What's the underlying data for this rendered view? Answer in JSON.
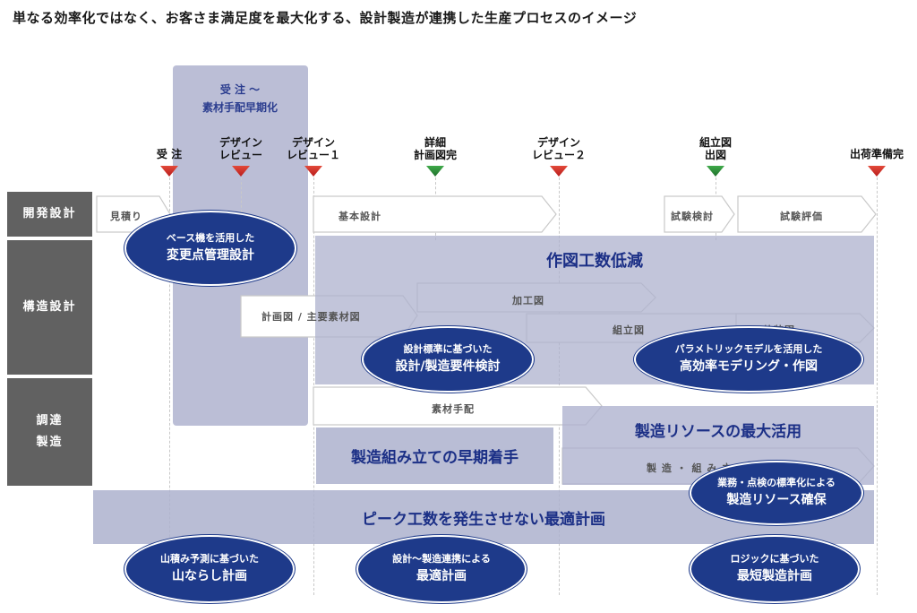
{
  "title": "単なる効率化ではなく、お客さま満足度を最大化する、設計製造が連携した生産プロセスのイメージ",
  "order_column": "受 注 ～\n素材手配早期化",
  "milestones": [
    {
      "label": "受 注"
    },
    {
      "label": "デザイン\nレビュー"
    },
    {
      "label": "デザイン\nレビュー１"
    },
    {
      "label": "詳細\n計画図完"
    },
    {
      "label": "デザイン\nレビュー２"
    },
    {
      "label": "組立図\n出図"
    },
    {
      "label": "出荷準備完"
    }
  ],
  "rows": {
    "dev": "開発設計",
    "struct": "構造設計",
    "proc": "調達\n製造"
  },
  "arrows": {
    "mitsumori": "見積り",
    "kihon": "基本設計",
    "shiken_kento": "試験検討",
    "shiken_hyoka": "試験評価",
    "keikaku": "計画図 / 主要素材図",
    "kako": "加工図",
    "kumitate": "組立図",
    "gaiso": "外装図",
    "sozai": "素材手配",
    "seizo": "製 造 ・ 組 み 立 て"
  },
  "boxes": {
    "sakuzu": "作図工数低減",
    "resource": "製造リソースの最大活用",
    "souki": "製造組み立ての早期着手",
    "peak": "ピーク工数を発生させない最適計画"
  },
  "ovals": {
    "base": {
      "sub": "ベース機を活用した",
      "main": "変更点管理設計"
    },
    "hyojun": {
      "sub": "設計標準に基づいた",
      "main": "設計/製造要件検討"
    },
    "param": {
      "sub": "パラメトリックモデルを活用した",
      "main": "高効率モデリング・作図"
    },
    "gyomu": {
      "sub": "業務・点検の標準化による",
      "main": "製造リソース確保"
    },
    "yamazumi": {
      "sub": "山積み予測に基づいた",
      "main": "山ならし計画"
    },
    "renkei": {
      "sub": "設計～製造連携による",
      "main": "最適計画"
    },
    "logic": {
      "sub": "ロジックに基づいた",
      "main": "最短製造計画"
    }
  },
  "colors": {
    "milestone_red": "#d32f2f",
    "milestone_green": "#2e8b3a",
    "oval_blue": "#1e3a8a",
    "box_fill": "#adb1ce",
    "row_label": "#616161"
  }
}
